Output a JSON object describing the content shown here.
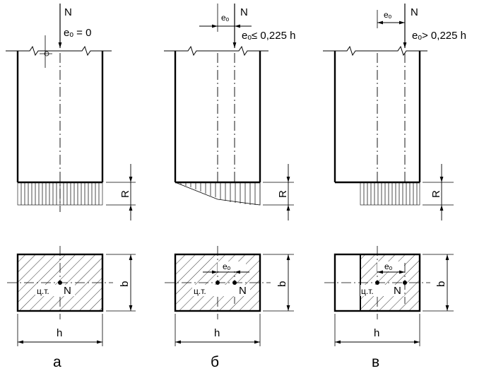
{
  "panels": [
    {
      "id": "a",
      "force_label": "N",
      "ecc_condition": "eₒ  =  0",
      "pressure_label": "R",
      "section_center_label": "ц.т.",
      "section_force_label": "N",
      "section_height_label": "b",
      "section_width_label": "h",
      "caption": "а"
    },
    {
      "id": "b",
      "force_label": "N",
      "ecc_top_label": "eₒ",
      "ecc_condition": "eₒ≤ 0,225 h",
      "pressure_label": "R",
      "section_ecc_label": "eₒ",
      "section_center_label": "ц.т.",
      "section_force_label": "N",
      "section_height_label": "b",
      "section_width_label": "h",
      "caption": "б"
    },
    {
      "id": "c",
      "force_label": "N",
      "ecc_top_label": "eₒ",
      "ecc_condition": "eₒ> 0,225 h",
      "pressure_label": "R",
      "section_ecc_label": "eₒ",
      "section_center_label": "ц.т.",
      "section_force_label": "N",
      "section_height_label": "b",
      "section_width_label": "h",
      "caption": "в"
    }
  ]
}
